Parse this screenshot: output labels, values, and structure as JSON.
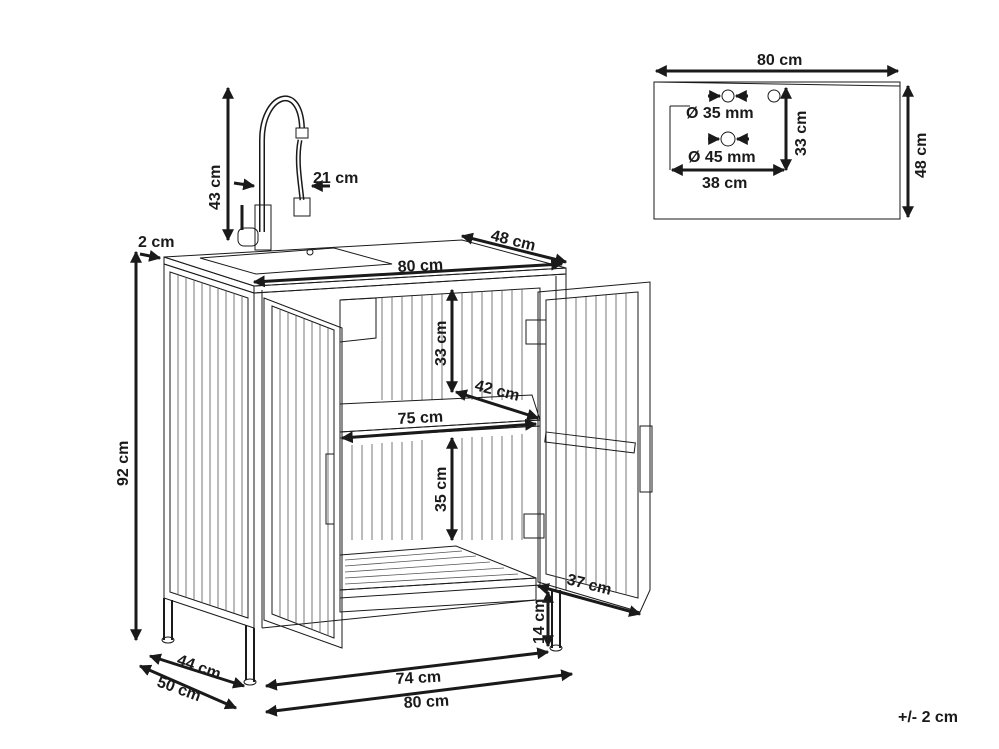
{
  "dimensions": {
    "top_width": "80 cm",
    "top_hole_small": "Ø 35 mm",
    "top_hole_large": "Ø 45 mm",
    "top_hole_depth": "33 cm",
    "top_hole_offset": "38 cm",
    "top_depth": "48 cm",
    "faucet_height": "43 cm",
    "faucet_reach": "21 cm",
    "edge": "2 cm",
    "depth_top": "48 cm",
    "width_top": "80 cm",
    "height_total": "92 cm",
    "upper_compartment": "33 cm",
    "shelf_depth": "42 cm",
    "shelf_width": "75 cm",
    "lower_compartment": "35 cm",
    "door_width": "37 cm",
    "leg_height": "14 cm",
    "depth_inner": "44 cm",
    "depth_outer": "50 cm",
    "width_inner": "74 cm",
    "width_outer": "80 cm"
  },
  "tolerance": "+/- 2 cm"
}
